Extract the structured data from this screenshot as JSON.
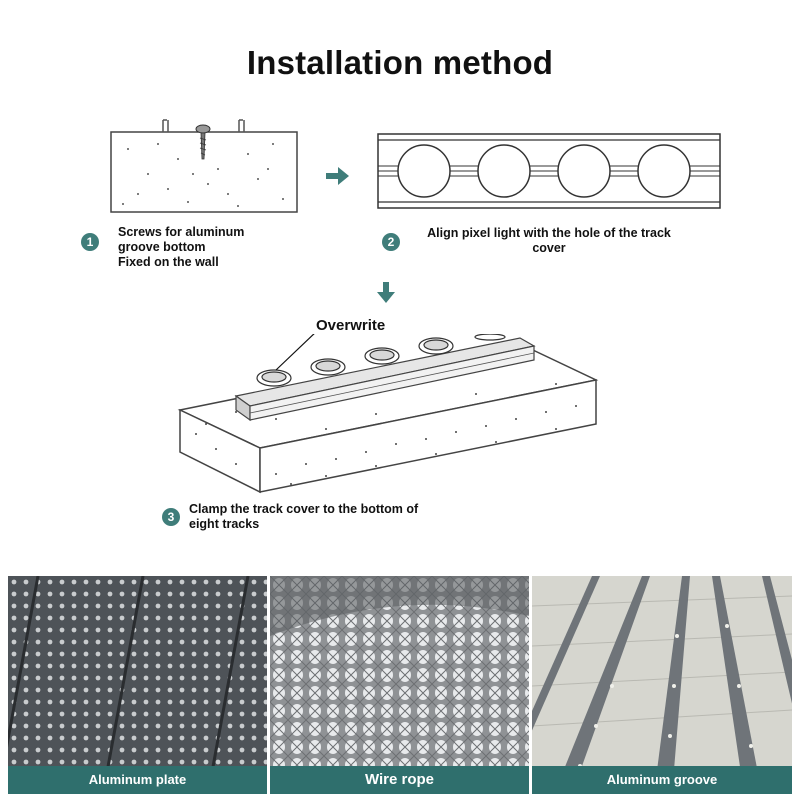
{
  "title": "Installation method",
  "colors": {
    "accent": "#3f7d7a",
    "caption_bar": "#2f6f6d"
  },
  "steps": [
    {
      "number": "1",
      "lines": [
        "Screws for aluminum",
        "groove bottom",
        "Fixed on the wall"
      ]
    },
    {
      "number": "2",
      "lines": [
        "Align pixel light with the hole of the track",
        "cover"
      ]
    },
    {
      "number": "3",
      "lines": [
        "Clamp the track cover to the bottom of",
        "eight tracks"
      ]
    }
  ],
  "callout": "Overwrite",
  "photos": [
    {
      "caption": "Aluminum plate"
    },
    {
      "caption": "Wire rope"
    },
    {
      "caption": "Aluminum groove"
    }
  ]
}
